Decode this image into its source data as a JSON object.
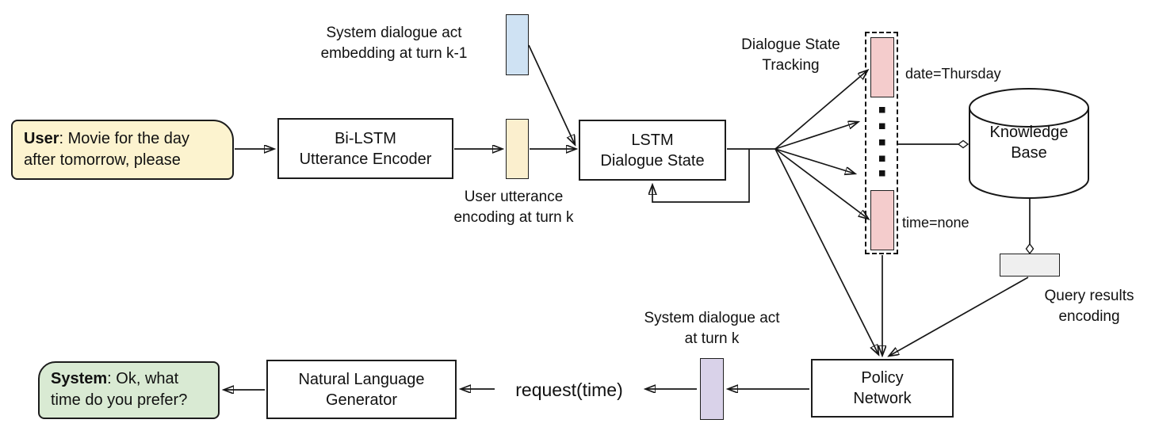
{
  "bubbles": {
    "user": {
      "speaker": "User",
      "text": ": Movie for the day after tomorrow, please"
    },
    "system": {
      "speaker": "System",
      "text": ": Ok, what time do you prefer?"
    }
  },
  "boxes": {
    "utterance_encoder": "Bi-LSTM\nUtterance Encoder",
    "dialogue_state": "LSTM\nDialogue State",
    "knowledge_base": "Knowledge\nBase",
    "policy_network": "Policy\nNetwork",
    "nlg": "Natural Language\nGenerator"
  },
  "labels": {
    "system_act_embedding": "System dialogue act\nembedding at turn k-1",
    "user_utterance_encoding": "User utterance\nencoding at turn k",
    "dialogue_state_tracking": "Dialogue State\nTracking",
    "slot_date": "date=Thursday",
    "slot_time": "time=none",
    "query_results_encoding": "Query results\nencoding",
    "system_act_turn_k": "System dialogue act\nat turn k",
    "system_action": "request(time)"
  },
  "colors": {
    "user_bubble": "#FCF3CF",
    "system_bubble": "#D9EAD3",
    "system_act_embedding_bar": "#CFE2F3",
    "user_utterance_bar": "#FBEFCE",
    "slot_bar": "#F4CCCC",
    "system_act_bar": "#D9D2E9",
    "query_results_box": "#EFEFEF",
    "line": "#161616"
  }
}
